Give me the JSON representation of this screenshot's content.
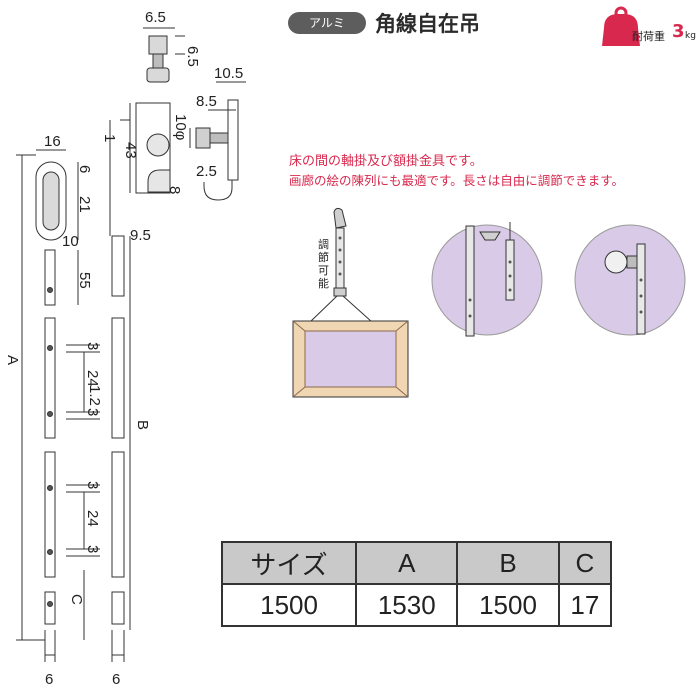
{
  "header": {
    "badge": "アルミ",
    "title": "角線自在吊",
    "load_label": "耐荷重",
    "load_value": "3",
    "load_unit": "kg"
  },
  "description": {
    "line1": "床の間の軸掛及び額掛金具です。",
    "line2": "画廊の絵の陳列にも最適です。長さは自由に調節できます。"
  },
  "illustration": {
    "adjust_text": [
      "調",
      "節",
      "可",
      "能"
    ]
  },
  "dimensions": {
    "d_6_5_w": "6.5",
    "d_6_5_h": "6.5",
    "d_10_5": "10.5",
    "d_8_5": "8.5",
    "d_10phi": "10φ",
    "d_1": "1",
    "d_43": "43",
    "d_8": "8",
    "d_2_5": "2.5",
    "d_16": "16",
    "d_6_top": "6",
    "d_21": "21",
    "d_10": "10",
    "d_9_5": "9.5",
    "d_55": "55",
    "d_3_a": "3",
    "d_24_a": "24",
    "d_1_2": "1.2",
    "d_3_b": "3",
    "d_3_c": "3",
    "d_24_b": "24",
    "d_3_d": "3",
    "label_A": "A",
    "label_B": "B",
    "label_C": "C",
    "d_6_bottom_left": "6",
    "d_6_bottom_right": "6"
  },
  "table": {
    "headers": [
      "サイズ",
      "A",
      "B",
      "C"
    ],
    "rows": [
      [
        "1500",
        "1530",
        "1500",
        "17"
      ]
    ]
  }
}
